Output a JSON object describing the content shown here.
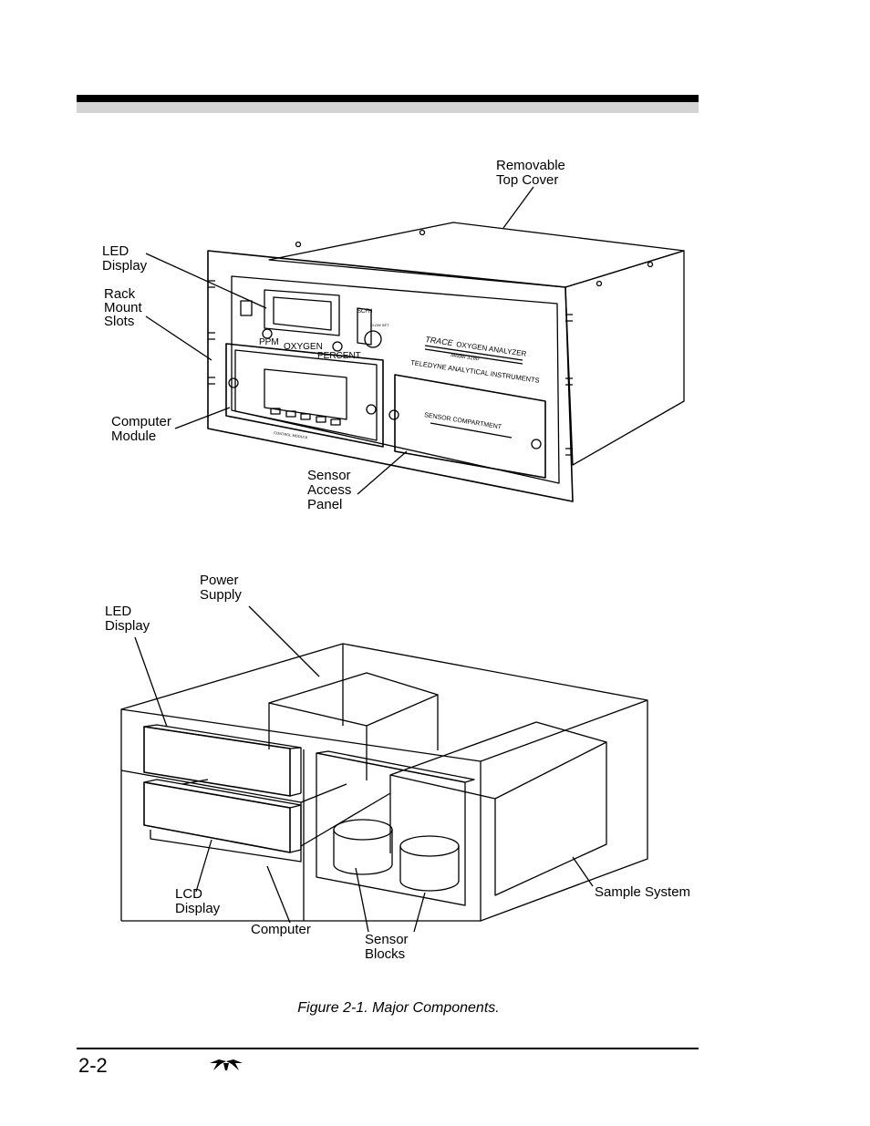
{
  "page": {
    "caption": "Figure 2-1. Major Components.",
    "page_number": "2-2",
    "logo_icon": "teledyne-logo-icon"
  },
  "top_figure": {
    "callouts": {
      "removable_top_cover": [
        "Removable",
        "Top Cover"
      ],
      "led_display": [
        "LED",
        "Display"
      ],
      "rack_mount_slots": [
        "Rack",
        "Mount",
        "Slots"
      ],
      "computer_module": [
        "Computer",
        "Module"
      ],
      "sensor_access_panel": [
        "Sensor",
        "Access",
        "Panel"
      ]
    },
    "panel_text": {
      "ppm": "PPM",
      "oxygen": "OXYGEN",
      "percent": "PERCENT",
      "scfh": "SCFH",
      "flow_set": "FLOW SET",
      "trace": "TRACE",
      "analyzer": "OXYGEN ANALYZER",
      "model": "Model 3160",
      "maker": "TELEDYNE ANALYTICAL INSTRUMENTS",
      "sensor_compartment": "SENSOR COMPARTMENT",
      "control_module": "CONTROL MODULE"
    }
  },
  "bottom_figure": {
    "callouts": {
      "power_supply": [
        "Power",
        "Supply"
      ],
      "led_display": [
        "LED",
        "Display"
      ],
      "lcd_display": [
        "LCD",
        "Display"
      ],
      "computer": [
        "Computer"
      ],
      "sensor_blocks": [
        "Sensor",
        "Blocks"
      ],
      "sample_system": [
        "Sample System"
      ]
    }
  }
}
